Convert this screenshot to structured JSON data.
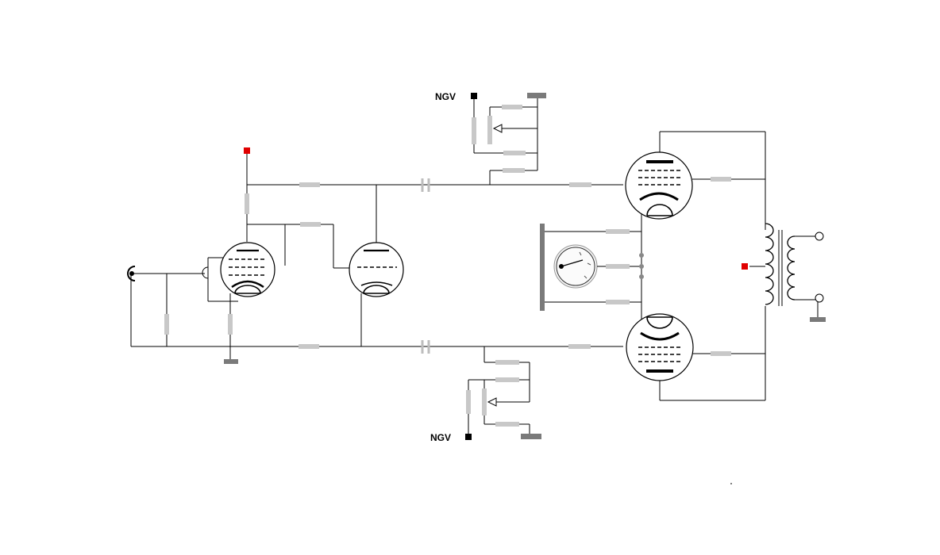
{
  "diagram": {
    "labels": {
      "ngv_top": "NGV",
      "ngv_bottom": "NGV"
    },
    "colors": {
      "wire": "#000000",
      "resistor": "#c8c8c8",
      "ground": "#7a7a7a",
      "supply_marker": "#e00000",
      "ngv_terminal": "#000000"
    },
    "components": {
      "input_jack": "coaxial-input-jack",
      "preamp_tube": "pentode-tube",
      "phase_inverter_tube": "triode-tube",
      "output_tube_top": "output-pentode-tube",
      "output_tube_bottom": "output-pentode-tube",
      "bias_meter": "meter-gauge",
      "output_transformer": "output-transformer",
      "bias_pot_top": "bias-potentiometer",
      "bias_pot_bottom": "bias-potentiometer"
    }
  }
}
